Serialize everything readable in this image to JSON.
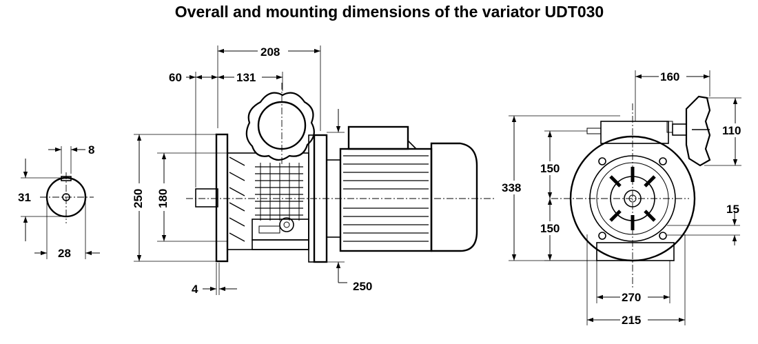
{
  "title": "Overall and mounting dimensions of the variator UDT030",
  "shaft_view": {
    "dim_keyway": "8",
    "dim_height": "31",
    "dim_diameter": "28"
  },
  "side_view": {
    "dim_overall_208": "208",
    "dim_60": "60",
    "dim_131": "131",
    "dim_flange_250": "250",
    "dim_pilot_180": "180",
    "dim_flange_thickness_4": "4",
    "dim_motor_250": "250"
  },
  "end_view": {
    "dim_160": "160",
    "dim_110": "110",
    "dim_338": "338",
    "dim_150_upper": "150",
    "dim_150_lower": "150",
    "dim_15": "15",
    "dim_270": "270",
    "dim_215": "215"
  }
}
